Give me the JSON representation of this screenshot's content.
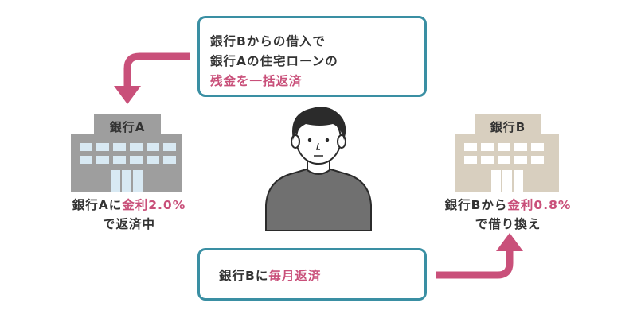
{
  "top_box": {
    "line1": "銀行Bからの借入で",
    "line2": "銀行Aの住宅ローンの",
    "line3_accent": "残金を一括返済"
  },
  "bottom_box": {
    "prefix": "銀行Bに",
    "accent": "毎月返済"
  },
  "bank_a": {
    "label": "銀行A",
    "caption_prefix": "銀行Aに",
    "caption_accent": "金利2.0%",
    "caption_line2": "で返済中"
  },
  "bank_b": {
    "label": "銀行B",
    "caption_prefix": "銀行Bから",
    "caption_accent": "金利0.8%",
    "caption_line2": "で借り換え"
  },
  "banknote_symbol": "¥",
  "colors": {
    "border": "#3a8fa3",
    "accent": "#c9507a",
    "arrow": "#c9507a",
    "bank_a": "#9e9e9e",
    "bank_b": "#d8cfbf"
  }
}
